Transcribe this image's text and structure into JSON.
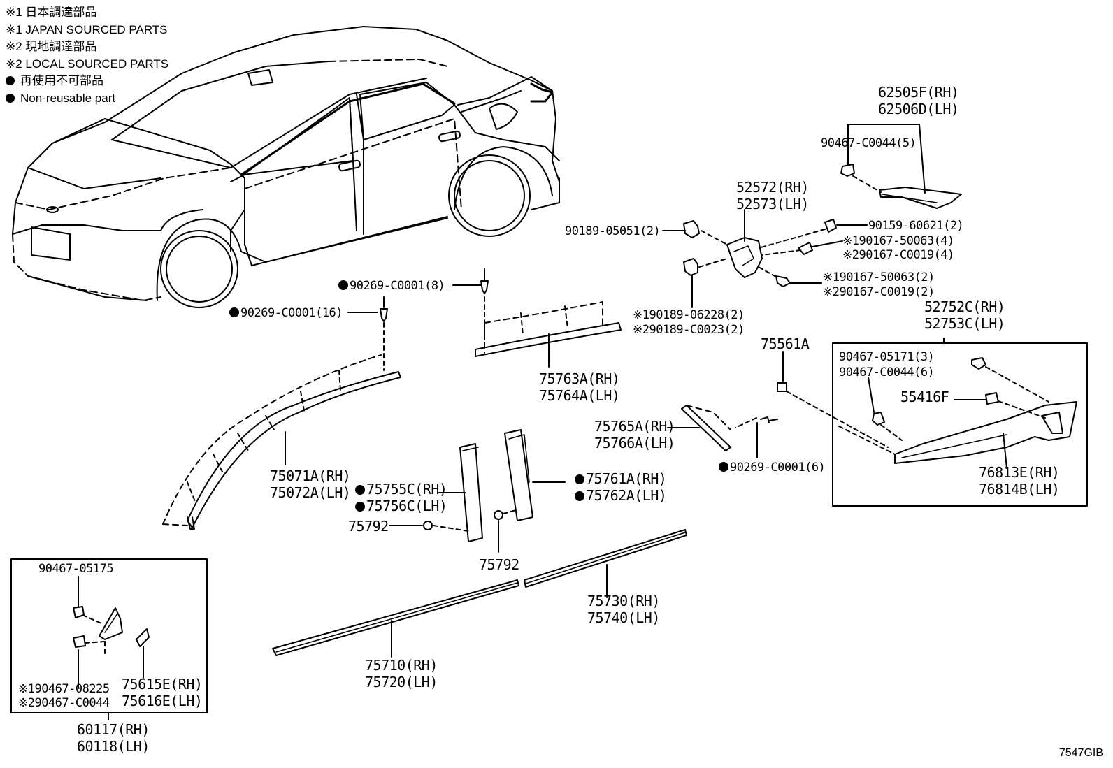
{
  "legend": {
    "line1": "※1 日本調達部品",
    "line2": "※1 JAPAN SOURCED PARTS",
    "line3": "※2 現地調達部品",
    "line4": "※2 LOCAL SOURCED PARTS",
    "line5": "再使用不可部品",
    "line6": "Non-reusable part"
  },
  "labels": {
    "p62505F": "62505F(RH)",
    "p62506D": "62506D(LH)",
    "p90467_C0044_5": "90467-C0044(5)",
    "p52572": "52572(RH)",
    "p52573": "52573(LH)",
    "p90189_05051": "90189-05051(2)",
    "p90159_60621": "90159-60621(2)",
    "p90167_50063_4": "※190167-50063(4)",
    "p90167_C0019_4": "※290167-C0019(4)",
    "p90167_50063_2": "※190167-50063(2)",
    "p90167_C0019_2": "※290167-C0019(2)",
    "p90189_06228": "※190189-06228(2)",
    "p90189_C0023": "※290189-C0023(2)",
    "p90269_8": "90269-C0001(8)",
    "p90269_16": "90269-C0001(16)",
    "p52752C": "52752C(RH)",
    "p52753C": "52753C(LH)",
    "p75561A": "75561A",
    "p90467_05171": "90467-05171(3)",
    "p90467_C0044_6": "90467-C0044(6)",
    "p55416F": "55416F",
    "p76813E": "76813E(RH)",
    "p76814B": "76814B(LH)",
    "p75763A": "75763A(RH)",
    "p75764A": "75764A(LH)",
    "p75765A": "75765A(RH)",
    "p75766A": "75766A(LH)",
    "p90269_6": "90269-C0001(6)",
    "p75071A": "75071A(RH)",
    "p75072A": "75072A(LH)",
    "p75755C": "75755C(RH)",
    "p75756C": "75756C(LH)",
    "p75761A": "75761A(RH)",
    "p75762A": "75762A(LH)",
    "p75792a": "75792",
    "p75792b": "75792",
    "p75730": "75730(RH)",
    "p75740": "75740(LH)",
    "p75710": "75710(RH)",
    "p75720": "75720(LH)",
    "p90467_05175": "90467-05175",
    "p90467_08225": "※190467-08225",
    "p90467_C0044b": "※290467-C0044",
    "p75615E": "75615E(RH)",
    "p75616E": "75616E(LH)",
    "p60117": "60117(RH)",
    "p60118": "60118(LH)"
  },
  "diagram_code": "7547GIB"
}
